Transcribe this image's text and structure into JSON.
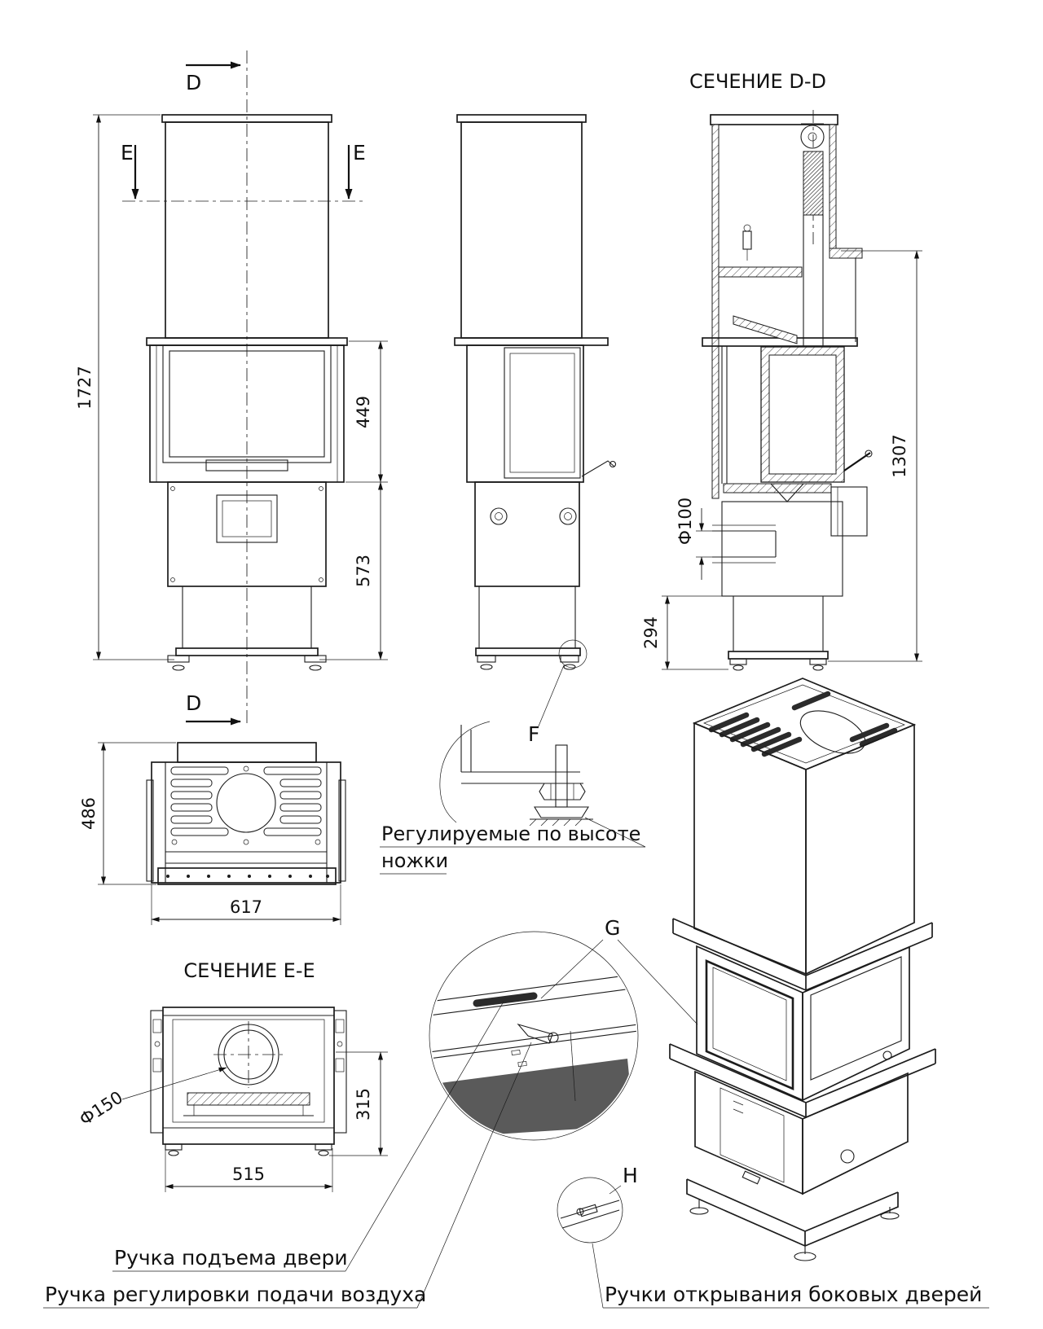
{
  "sections": {
    "dd_title": "СЕЧЕНИЕ D-D",
    "ee_title": "СЕЧЕНИЕ E-E"
  },
  "cuts": {
    "d_top": "D",
    "d_bottom": "D",
    "e_left": "E",
    "e_right": "E"
  },
  "details": {
    "f": "F",
    "g": "G",
    "h": "H"
  },
  "dims": {
    "h_overall": "1727",
    "h_window": "449",
    "h_lower": "573",
    "dd_inner": "1307",
    "dd_flue": "Ф100",
    "dd_base": "294",
    "top_depth": "486",
    "top_width": "617",
    "ee_flue": "Ф150",
    "ee_opening_h": "315",
    "ee_opening_w": "515"
  },
  "notes": {
    "legs_1": "Регулируемые по высоте",
    "legs_2": "ножки",
    "door_lift": "Ручка подъема двери",
    "air_control": "Ручка регулировки подачи воздуха",
    "side_doors": "Ручки открывания боковых дверей"
  }
}
